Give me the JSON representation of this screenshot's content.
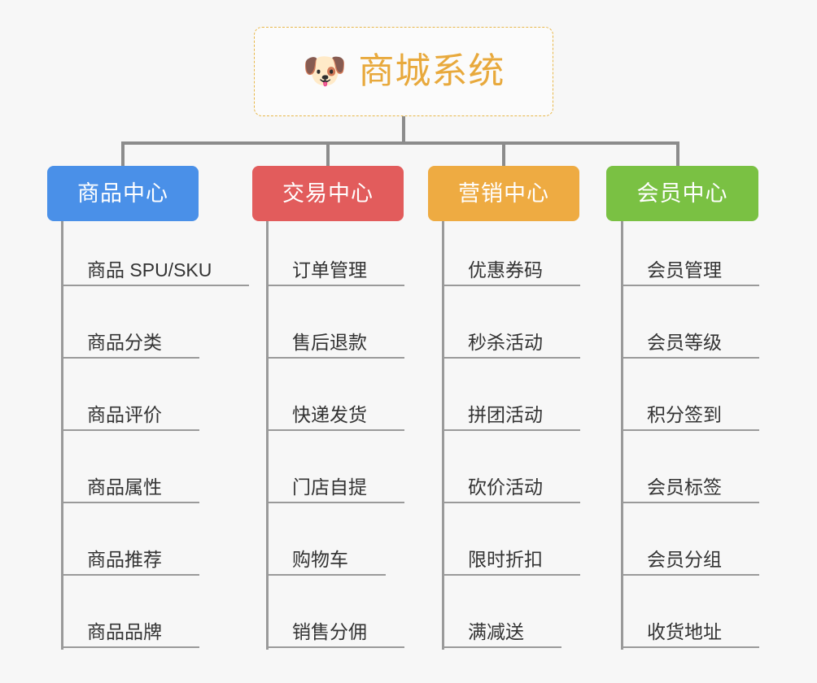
{
  "background_color": "#f7f7f7",
  "root": {
    "icon": "shiba-dog-face-emoji",
    "emoji": "🐶",
    "title": "商城系统",
    "title_color": "#e8a93c",
    "border_color": "#e8b84b",
    "fill_color": "#fbfbfb"
  },
  "connector_color": "#8c8c8c",
  "leaf_line_color": "#9a9a9a",
  "leaf_text_color": "#333333",
  "categories": [
    {
      "label": "商品中心",
      "color": "#4a90e8",
      "items": [
        "商品 SPU/SKU",
        "商品分类",
        "商品评价",
        "商品属性",
        "商品推荐",
        "商品品牌"
      ]
    },
    {
      "label": "交易中心",
      "color": "#e25c5c",
      "items": [
        "订单管理",
        "售后退款",
        "快递发货",
        "门店自提",
        "购物车",
        "销售分佣"
      ]
    },
    {
      "label": "营销中心",
      "color": "#eeab42",
      "items": [
        "优惠券码",
        "秒杀活动",
        "拼团活动",
        "砍价活动",
        "限时折扣",
        "满减送"
      ]
    },
    {
      "label": "会员中心",
      "color": "#7ac143",
      "items": [
        "会员管理",
        "会员等级",
        "积分签到",
        "会员标签",
        "会员分组",
        "收货地址"
      ]
    }
  ]
}
